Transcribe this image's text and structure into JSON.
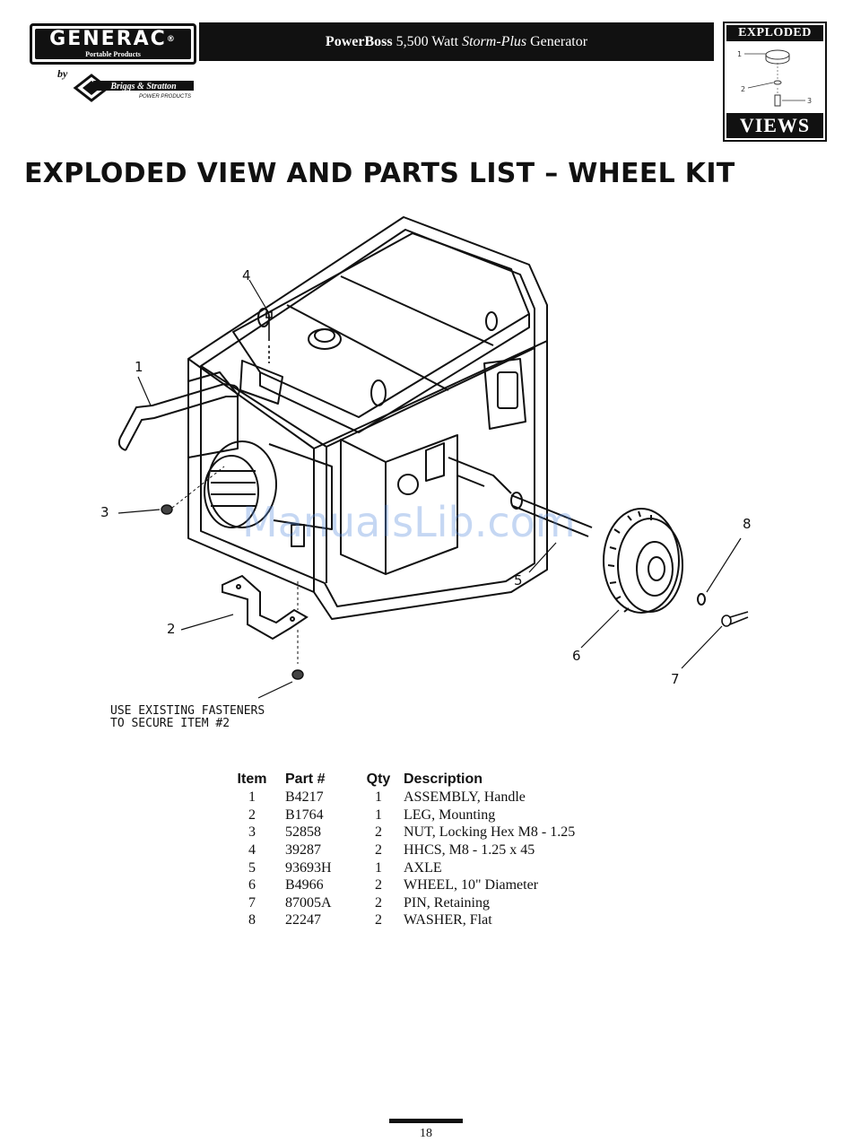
{
  "header": {
    "logo_text": "GENERAC",
    "logo_reg": "®",
    "logo_subtext": "Portable Products",
    "by_text": "by",
    "partner_logo_text": "Briggs & Stratton",
    "partner_logo_subtext": "POWER PRODUCTS",
    "title_bold": "PowerBoss",
    "title_regular": " 5,500 Watt ",
    "title_italic": "Storm-Plus",
    "title_end": " Generator",
    "badge_top": "EXPLODED",
    "badge_bottom": "VIEWS",
    "badge_callouts": [
      "1",
      "2",
      "3"
    ]
  },
  "page_title": "EXPLODED VIEW AND PARTS LIST – WHEEL KIT",
  "diagram": {
    "callouts": [
      "1",
      "2",
      "3",
      "4",
      "5",
      "6",
      "7",
      "8"
    ],
    "note": "USE EXISTING FASTENERS\nTO SECURE ITEM #2",
    "watermark": "ManualsLib.com"
  },
  "parts_table": {
    "headers": {
      "item": "Item",
      "part": "Part #",
      "qty": "Qty",
      "description": "Description"
    },
    "rows": [
      {
        "item": "1",
        "part": "B4217",
        "qty": "1",
        "description": "ASSEMBLY, Handle"
      },
      {
        "item": "2",
        "part": "B1764",
        "qty": "1",
        "description": "LEG, Mounting"
      },
      {
        "item": "3",
        "part": "52858",
        "qty": "2",
        "description": "NUT, Locking Hex M8 - 1.25"
      },
      {
        "item": "4",
        "part": "39287",
        "qty": "2",
        "description": "HHCS, M8 - 1.25 x 45"
      },
      {
        "item": "5",
        "part": "93693H",
        "qty": "1",
        "description": "AXLE"
      },
      {
        "item": "6",
        "part": "B4966",
        "qty": "2",
        "description": "WHEEL, 10\" Diameter"
      },
      {
        "item": "7",
        "part": "87005A",
        "qty": "2",
        "description": "PIN, Retaining"
      },
      {
        "item": "8",
        "part": "22247",
        "qty": "2",
        "description": "WASHER, Flat"
      }
    ]
  },
  "footer": {
    "page_number": "18"
  }
}
